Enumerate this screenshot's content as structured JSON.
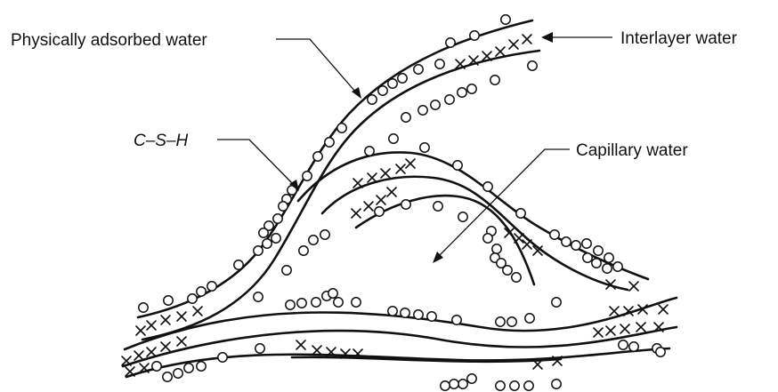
{
  "labels": {
    "physically_adsorbed": "Physically adsorbed water",
    "interlayer": "Interlayer water",
    "csh": "C–S–H",
    "capillary": "Capillary water"
  },
  "legend_glyphs": {
    "adsorbed_water_symbol": "circle",
    "interlayer_water_symbol": "cross"
  }
}
